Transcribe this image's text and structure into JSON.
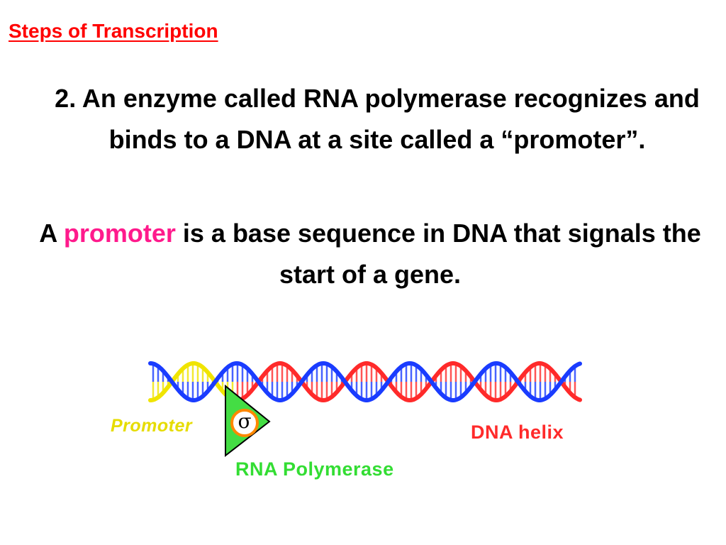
{
  "slide": {
    "title": "Steps of Transcription",
    "point1": "2.  An enzyme called RNA polymerase recognizes and binds to a DNA at a site called a “promoter”.",
    "point2": {
      "prefix": "A ",
      "highlight": "promoter",
      "suffix": " is a base sequence in DNA that signals the start of a gene."
    }
  },
  "diagram": {
    "labels": {
      "promoter": "Promoter",
      "dna_helix": "DNA helix",
      "rna_polymerase": "RNA Polymerase",
      "sigma": "σ"
    },
    "colors": {
      "strand_red": "#ff2a2a",
      "strand_blue": "#1a3cff",
      "promoter_yellow": "#f0e400",
      "polymerase_green": "#44dd44",
      "sigma_ring": "#ff8800",
      "highlight_pink": "#ff1a8c"
    }
  }
}
